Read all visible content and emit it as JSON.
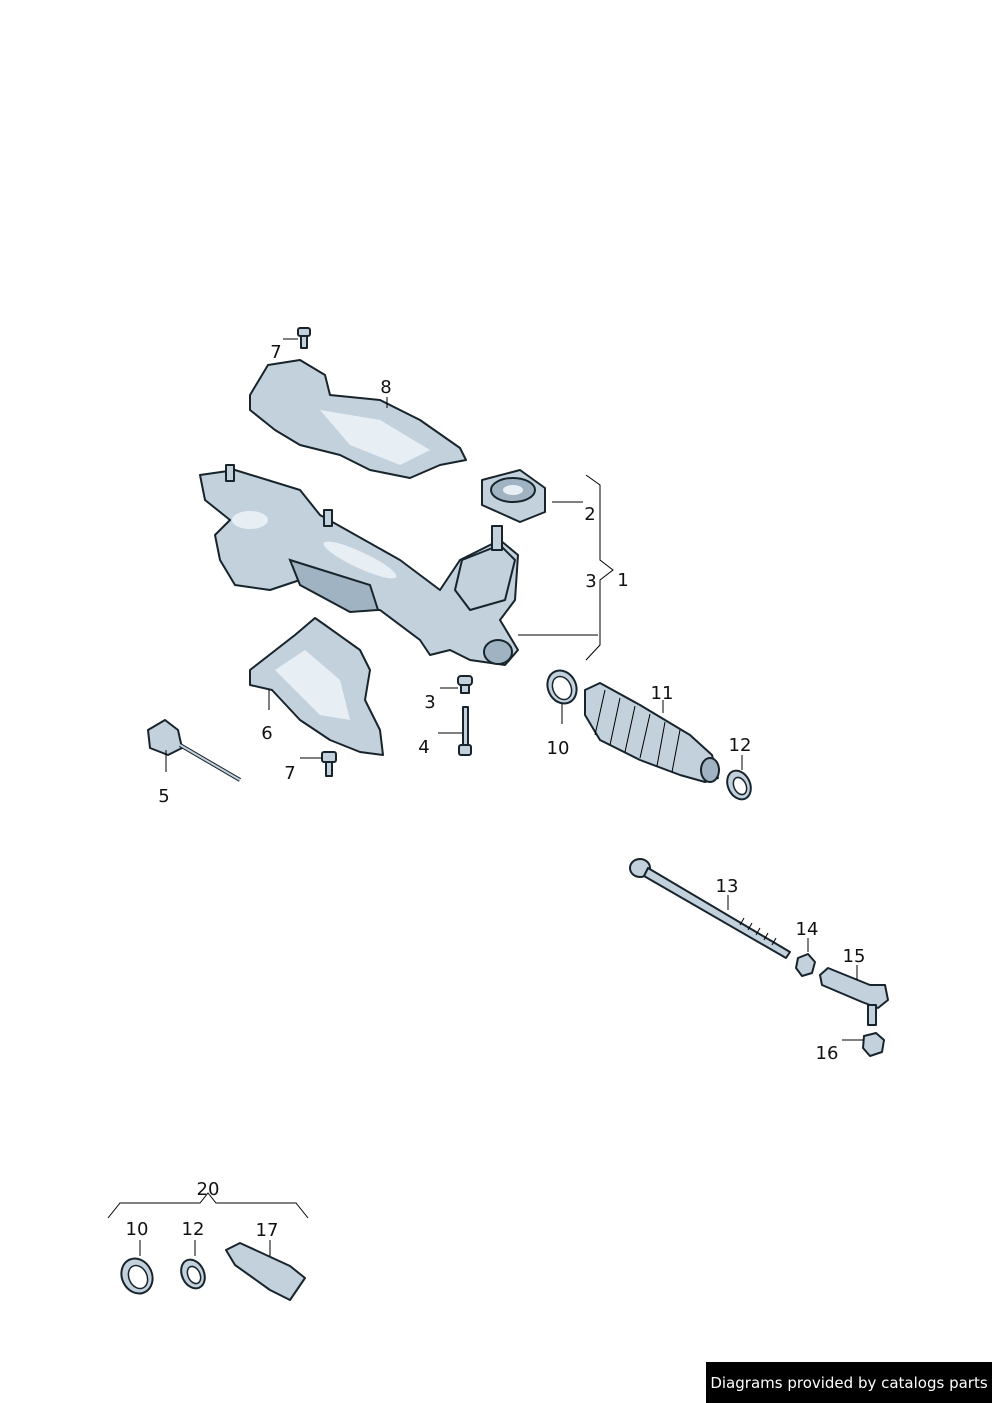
{
  "diagram": {
    "callouts": [
      "7",
      "8",
      "2",
      "3",
      "1",
      "3",
      "4",
      "6",
      "7",
      "5",
      "10",
      "11",
      "12",
      "13",
      "14",
      "15",
      "16",
      "20",
      "10",
      "12",
      "17"
    ]
  },
  "footer": {
    "credit": "Diagrams provided by catalogs parts"
  },
  "colors": {
    "part_fill": "#c3d1dc",
    "outline": "#17242c",
    "credit_bg": "#000000"
  }
}
